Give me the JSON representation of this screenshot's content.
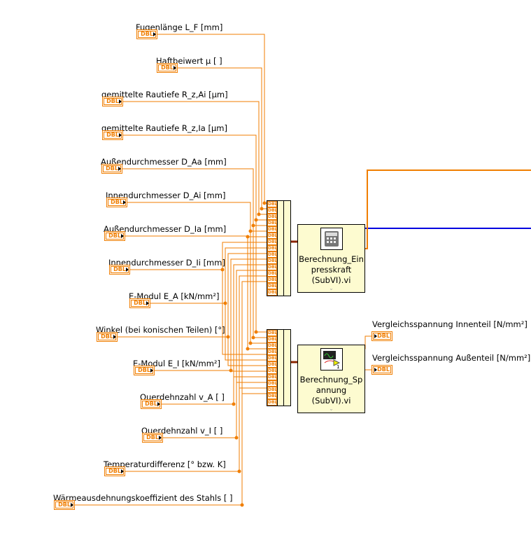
{
  "controls": [
    {
      "label": "Fugenlänge L_F [mm]",
      "type": "DBL"
    },
    {
      "label": "Haftbeiwert μ [ ]",
      "type": "DBL"
    },
    {
      "label": "gemittelte Rautiefe R_z,Ai [μm]",
      "type": "DBL"
    },
    {
      "label": "gemittelte Rautiefe R_z,Ia [μm]",
      "type": "DBL"
    },
    {
      "label": "Außendurchmesser D_Aa [mm]",
      "type": "DBL"
    },
    {
      "label": "Innendurchmesser D_Ai [mm]",
      "type": "DBL"
    },
    {
      "label": "Außendurchmesser D_Ia [mm]",
      "type": "DBL"
    },
    {
      "label": "Innendurchmesser D_Ii [mm]",
      "type": "DBL"
    },
    {
      "label": "E-Modul E_A [kN/mm²]",
      "type": "DBL"
    },
    {
      "label": "Winkel (bei konischen Teilen) [°]",
      "type": "DBL"
    },
    {
      "label": "E-Modul E_I [kN/mm²]",
      "type": "DBL"
    },
    {
      "label": "Querdehnzahl v_A [ ]",
      "type": "DBL"
    },
    {
      "label": "Querdehnzahl v_I [ ]",
      "type": "DBL"
    },
    {
      "label": "Temperaturdifferenz [° bzw. K]",
      "type": "DBL"
    },
    {
      "label": "Wärmeausdehnungskoeffizient des Stahls [ ]",
      "type": "DBL"
    }
  ],
  "bundle_row_label": "DBL",
  "subvis": [
    {
      "name": "Berechnung_Einpresskraft (SubVI).vi",
      "icon": "calculator-icon",
      "line1": "Berechnung_Ein",
      "line2": "presskraft",
      "line3": "(SubVI).vi"
    },
    {
      "name": "Berechnung_Spannung (SubVI).vi",
      "icon": "waveform-graph-icon",
      "line1": "Berechnung_Sp",
      "line2": "annung",
      "line3": "(SubVI).vi"
    }
  ],
  "indicators": [
    {
      "label": "Vergleichsspannung Innenteil [N/mm²]",
      "type": "DBL"
    },
    {
      "label": "Vergleichsspannung Außenteil [N/mm²]",
      "type": "DBL"
    }
  ],
  "colors": {
    "dbl_wire": "#f07e00",
    "cluster_wire": "#8b2500",
    "blue_wire": "#0000e0",
    "node_bg": "#fdfbd0"
  }
}
